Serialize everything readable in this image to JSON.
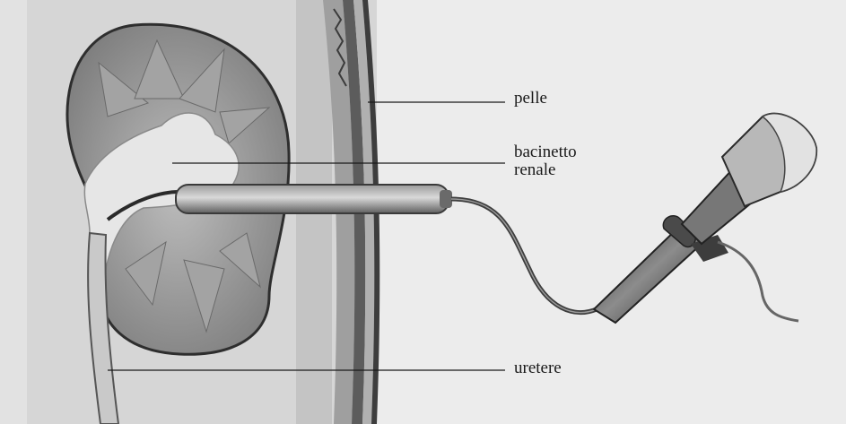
{
  "labels": {
    "pelle": "pelle",
    "bacinetto_line1": "bacinetto",
    "bacinetto_line2": "renale",
    "uretere": "uretere"
  },
  "colors": {
    "background": "#ececec",
    "outer_tissue": "#cfcfcf",
    "kidney_capsule": "#3a3a3a",
    "kidney_cortex": "#8a8a8a",
    "renal_pelvis": "#e4e4e4",
    "instrument": "#5a5a5a"
  }
}
